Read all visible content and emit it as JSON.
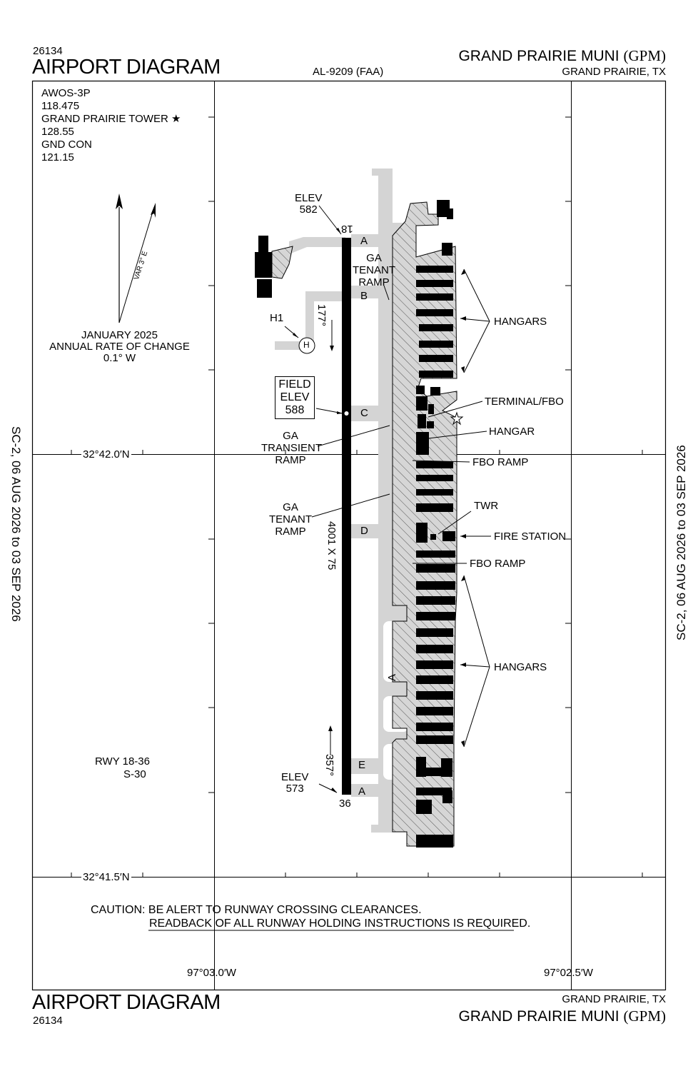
{
  "header": {
    "chart_number": "26134",
    "title": "AIRPORT DIAGRAM",
    "procedure_id": "AL-9209 (FAA)",
    "airport_name": "GRAND PRAIRIE MUNI",
    "airport_id": "(GPM)",
    "city": "GRAND PRAIRIE, TX"
  },
  "footer": {
    "chart_number": "26134",
    "title": "AIRPORT DIAGRAM",
    "airport_name": "GRAND PRAIRIE MUNI",
    "airport_id": "(GPM)",
    "city": "GRAND PRAIRIE, TX"
  },
  "effective_dates": {
    "left": "SC-2, 06 AUG 2026  to  03 SEP 2026",
    "right": "SC-2, 06 AUG 2026  to  03 SEP 2026"
  },
  "frequencies": [
    {
      "name": "AWOS-3P",
      "value": "118.475"
    },
    {
      "name": "GRAND PRAIRIE TOWER ★",
      "value": "128.55"
    },
    {
      "name": "GND CON",
      "value": "121.15"
    }
  ],
  "magnetic": {
    "variation": "VAR 3° E",
    "date": "JANUARY 2025",
    "rate_label": "ANNUAL RATE OF CHANGE",
    "rate": "0.1° W"
  },
  "coordinates": {
    "lat_north": "32°42.0′N",
    "lat_south": "32°41.5′N",
    "lon_west": "97°03.0′W",
    "lon_east": "97°02.5′W"
  },
  "runway": {
    "designation_north": "18",
    "designation_south": "36",
    "dimensions": "4001 X 75",
    "heading_south": "177°",
    "heading_north": "357°",
    "elev_north_label": "ELEV",
    "elev_north": "582",
    "elev_south_label": "ELEV",
    "elev_south": "573",
    "field_elev_line1": "FIELD",
    "field_elev_line2": "ELEV",
    "field_elev": "588",
    "info_line1": "RWY 18-36",
    "info_line2": "S-30"
  },
  "taxiways": [
    "A",
    "B",
    "C",
    "D",
    "E",
    "A",
    "A"
  ],
  "helipad": {
    "label": "H1",
    "symbol": "H"
  },
  "ramps": {
    "ga_tenant_top": [
      "GA",
      "TENANT",
      "RAMP"
    ],
    "ga_transient": [
      "GA",
      "TRANSIENT",
      "RAMP"
    ],
    "ga_tenant_mid": [
      "GA",
      "TENANT",
      "RAMP"
    ]
  },
  "facilities": {
    "hangars_top": "HANGARS",
    "terminal": "TERMINAL/FBO",
    "hangar": "HANGAR",
    "fbo_ramp_1": "FBO RAMP",
    "twr": "TWR",
    "fire_station": "FIRE STATION",
    "fbo_ramp_2": "FBO RAMP",
    "hangars_bottom": "HANGARS"
  },
  "caution": {
    "line1": "CAUTION: BE ALERT TO RUNWAY CROSSING CLEARANCES.",
    "line2": "READBACK OF ALL RUNWAY HOLDING INSTRUCTIONS IS REQUIRED."
  }
}
